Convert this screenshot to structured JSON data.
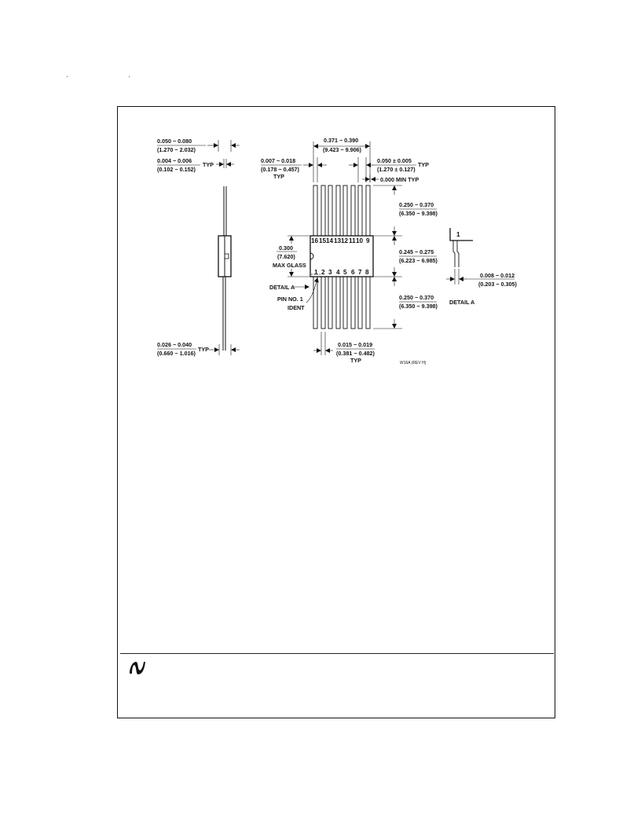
{
  "side_view": {
    "lead_pitch_top": "0.050 − 0.080",
    "lead_pitch_top_mm": "(1.270 − 2.032)",
    "lead_thickness": "0.004 − 0.006",
    "lead_thickness_mm": "(0.102 − 0.152)",
    "lead_thickness_suffix": "TYP",
    "body_thickness": "0.026 − 0.040",
    "body_thickness_mm": "(0.660 − 1.016)",
    "body_thickness_suffix": "TYP"
  },
  "top_view": {
    "overall_width": "0.371 − 0.390",
    "overall_width_mm": "(9.423 − 9.906)",
    "lead_width": "0.007 − 0.018",
    "lead_width_mm": "(0.178 − 0.457)",
    "lead_width_suffix": "TYP",
    "lead_pitch": "0.050 ± 0.005",
    "lead_pitch_mm": "(1.270 ± 0.127)",
    "lead_pitch_suffix": "TYP",
    "min_gap": "0.000 MIN TYP",
    "upper_lead_len": "0.250 − 0.370",
    "upper_lead_len_mm": "(6.350 − 9.398)",
    "body_len": "0.245 − 0.275",
    "body_len_mm": "(6.223 − 6.985)",
    "lower_lead_len": "0.250 − 0.370",
    "lower_lead_len_mm": "(6.350 − 9.398)",
    "glass_width": "0.300",
    "glass_width_mm": "(7.620)",
    "glass_label": "MAX GLASS",
    "detail_a_label": "DETAIL A",
    "pin1_label_line1": "PIN NO. 1",
    "pin1_label_line2": "IDENT",
    "bottom_lead": "0.015 − 0.019",
    "bottom_lead_mm": "(0.381 − 0.482)",
    "bottom_lead_suffix": "TYP",
    "pins_top": [
      "16",
      "15",
      "14",
      "13",
      "12",
      "11",
      "10",
      "9"
    ],
    "pins_bottom": [
      "1",
      "2",
      "3",
      "4",
      "5",
      "6",
      "7",
      "8"
    ],
    "drawing_ref": "W16A (REV H)"
  },
  "detail_a": {
    "pin_number": "1",
    "dim": "0.008 − 0.012",
    "dim_mm": "(0.203 − 0.305)",
    "title": "DETAIL A"
  },
  "footer": {
    "logo_icon": "national-semiconductor-logo-icon"
  }
}
